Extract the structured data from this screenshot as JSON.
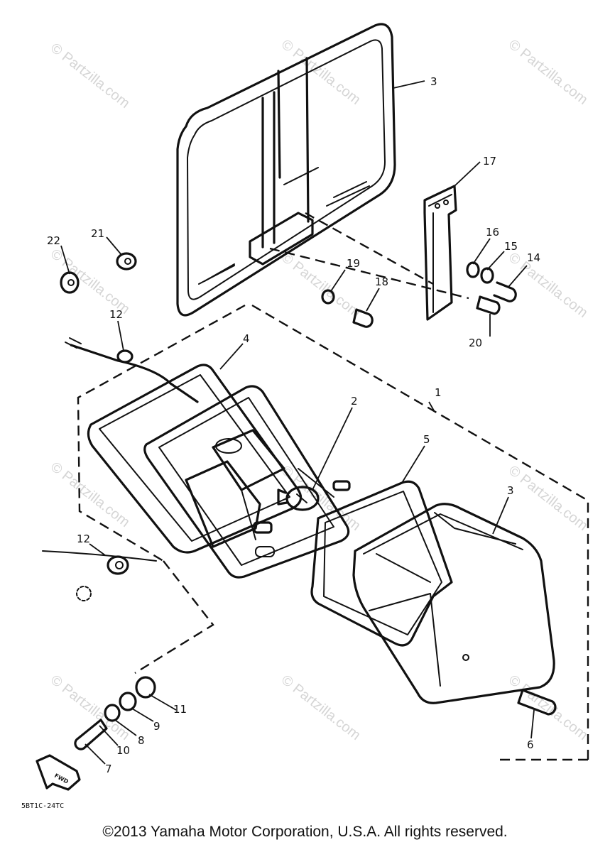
{
  "watermark": "© Partzilla.com",
  "callouts": {
    "c1": "1",
    "c2": "2",
    "c3_rack": "3",
    "c3_lens": "3",
    "c4": "4",
    "c5": "5",
    "c6": "6",
    "c7": "7",
    "c8": "8",
    "c9": "9",
    "c10": "10",
    "c11": "11",
    "c12_top": "12",
    "c12_bottom": "12",
    "c14": "14",
    "c15": "15",
    "c16": "16",
    "c17": "17",
    "c18": "18",
    "c19": "19",
    "c20": "20",
    "c21": "21",
    "c22": "22"
  },
  "front_label": "FWD",
  "diagram_code": "5BT1C-24TC",
  "copyright": "©2013  Yamaha Motor Corporation, U.S.A. All rights reserved."
}
